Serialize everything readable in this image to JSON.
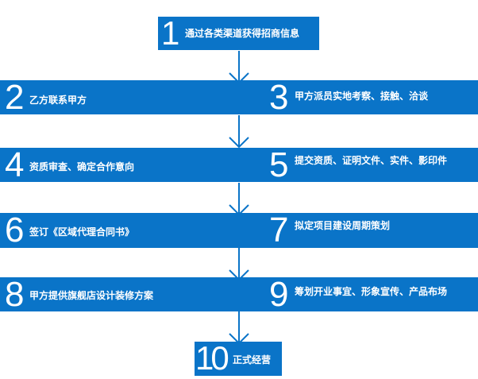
{
  "steps": [
    {
      "num": "1",
      "text": "通过各类渠道获得招商信息"
    },
    {
      "num": "2",
      "text": "乙方联系甲方"
    },
    {
      "num": "3",
      "text": "甲方派员实地考察、接触、洽谈"
    },
    {
      "num": "4",
      "text": "资质审查、确定合作意向"
    },
    {
      "num": "5",
      "text": "提交资质、证明文件、实件、影印件"
    },
    {
      "num": "6",
      "text": "签订《区域代理合同书》"
    },
    {
      "num": "7",
      "text": "拟定项目建设周期策划"
    },
    {
      "num": "8",
      "text": "甲方提供旗舰店设计装修方案"
    },
    {
      "num": "9",
      "text": "筹划开业事宜、形象宣传、产品布场"
    },
    {
      "num": "10",
      "text": "正式经营"
    }
  ],
  "colors": {
    "bar": "#0a74c8",
    "text": "#ffffff",
    "arrow": "#0a74c8"
  }
}
